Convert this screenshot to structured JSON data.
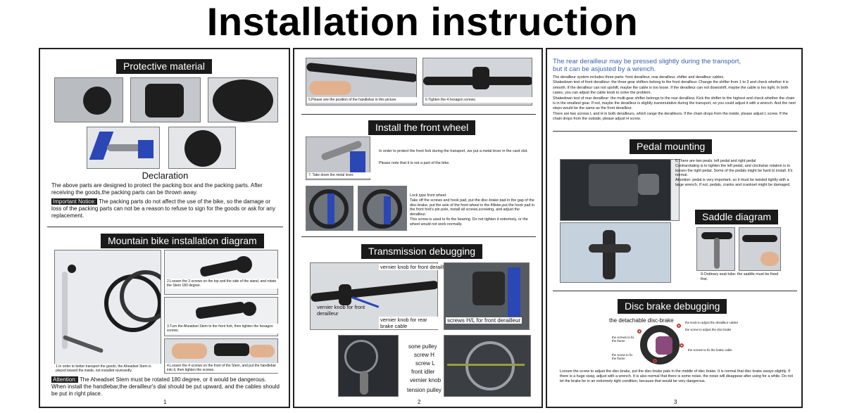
{
  "title": "Installation instruction",
  "page1": {
    "protective_title": "Protective material",
    "declaration_title": "Declaration",
    "declaration_text": "The above parts are designed to protect the packing box and the packing parts. After receiving the goods,the packing parts can be thrown away.",
    "important_label": "Important Notice:",
    "important_text": " The packing parts do not affect the use of the bike, so the damage or loss of the packing parts can not be a reason to refuse to sign for the goods or ask for any replacement.",
    "mountain_title": "Mountain bike installation diagram",
    "cap1": "1.In order to better transport the goods, the Aheadset Stem is placed toward the inside, not installed reversedly.",
    "cap2": "2.Loosen the 3 screws on the top and the side of the stand, and rotate the Stem 180 degree.",
    "cap3": "3.Turn the Aheadset Stem to the front fork, then tighten the hexagon screws.",
    "cap4": "4.Loosen the 4 screws on the front of the Stem, and put the handlebar into it, then tighten the screws.",
    "attention_label": "Attention:",
    "attention_text": " The Aheadset Stem must be rotated 180 degree, or it would be dangerous. When install the handlebar,the derailleur's dial should be put upward, and the cables should be put in right place.",
    "page_num": "1"
  },
  "page2": {
    "cap5": "5.Please see the position of the handlebar in this picture.",
    "cap6": "6.Tighten the 4 hexagon screws.",
    "front_wheel_title": "Install the front wheel",
    "front_wheel_text": "In order to protect the front fork during the transport, we put a metal lever in the card slot.",
    "front_wheel_note": "Please note that it is not a part of the bike.",
    "cap7": "7. Take down the metal lever.",
    "lock_text": "Lock type front wheel:\nTake off the screws and hook pad, put the disc-brake pad in the gap of the disc-brake, put the axle of the front wheel in the fillister,put the hook pad in the front fork's pin pole, install all screws,screwing, and adjust the derailleur.\nThis screw is used to fix the bearing. Do not tighten it extremely, or the wheel would not work normally.",
    "transmission_title": "Transmission debugging",
    "vk_front": "vernier knob for front derailleur cable",
    "vk_rear": "vernier knob for rear brake cable",
    "vk_front2": "vernier knob for front derailleur",
    "screws_hl": "screws H/L for front derailleur",
    "sone_pulley": "sone pulley",
    "screw_h": "screw H",
    "screw_l": "screw L",
    "front_idler": "front idler",
    "vernier_knob": "vernier knob",
    "tension_pulley": "tension pulley",
    "page_num": "2"
  },
  "page3": {
    "rear_head1": "The rear derailleur may be pressed slightly during the transport,",
    "rear_head2": "but it can be asjusted by a wrench.",
    "rear_text": "The derailleur system includes three parts: front derailleur, rear derailleur, shifter and derailleur cables.\nShakedown test of front derailleur: the three gear shifters belong to the front derailleur. Change the shifter from 1 to 3 and check whether it is smooth. If the derailleur can not upshift, maybe the cable is too loose. If the derailleur can not downshift, maybe the cable is too tight. In both cases, you can adjust the cable knob to solve the problem.\nShakedown test of rear derailleur: the multi-gear shifter belongs to the rear derailleur. Kick the shifter to the highest and check whether the chain is in the smallest gear. If not, maybe the derailleur is slightly transmutative during the transport, so you could adjust it with a wrench. And the next steps would be the same as the front derailleur.\nThere are two screws L and H in both derailleurs, which range the derailleurs. If the chain drops from the inside, please adjust L screw. If the chain drops from the outside, please adjust H screw.",
    "pedal_title": "Pedal mounting",
    "pedal_text": "8.There are two peals: left pedal and right pedal\nContrarotating is to tighten the left pedal, and clockwise rotation is to loosen the right pedal. Some of the pedals might be hard to install. It's normal.\nAttention: pedal is very important, so it must be twisted tightly with a large wrench. If not, pedals, cranks and crankset might be damaged.",
    "saddle_title": "Saddle diagram",
    "cap9": "9.Ordinary seat tube: the saddle must be fixed first.",
    "disc_title": "Disc brake debugging",
    "detachable": "the detachable disc-brake",
    "knob_adjust_cables": "the knob to adjust the derailleur cables",
    "screw_adjust_brake": "the screw to adjust the disc-brake",
    "screws_fix_frame": "the screws to fix the frame",
    "screws_fix_cable": "the screws to fix the brake cable",
    "screw_fix_frame2": "the screw to fix the frame",
    "disc_text": "Loosen the screw to adjust the disc-brake, put the disc-brake pats in the middle of disc brake. It is normal that disc brake sways slightly. If there is a huge sway, adjust with a wrench. It is also normal that there is some noise, the noise will disappear after using for a while. Do not let the brake be in an extremely tight condition, because that would be very dangerous.",
    "page_num": "3"
  }
}
